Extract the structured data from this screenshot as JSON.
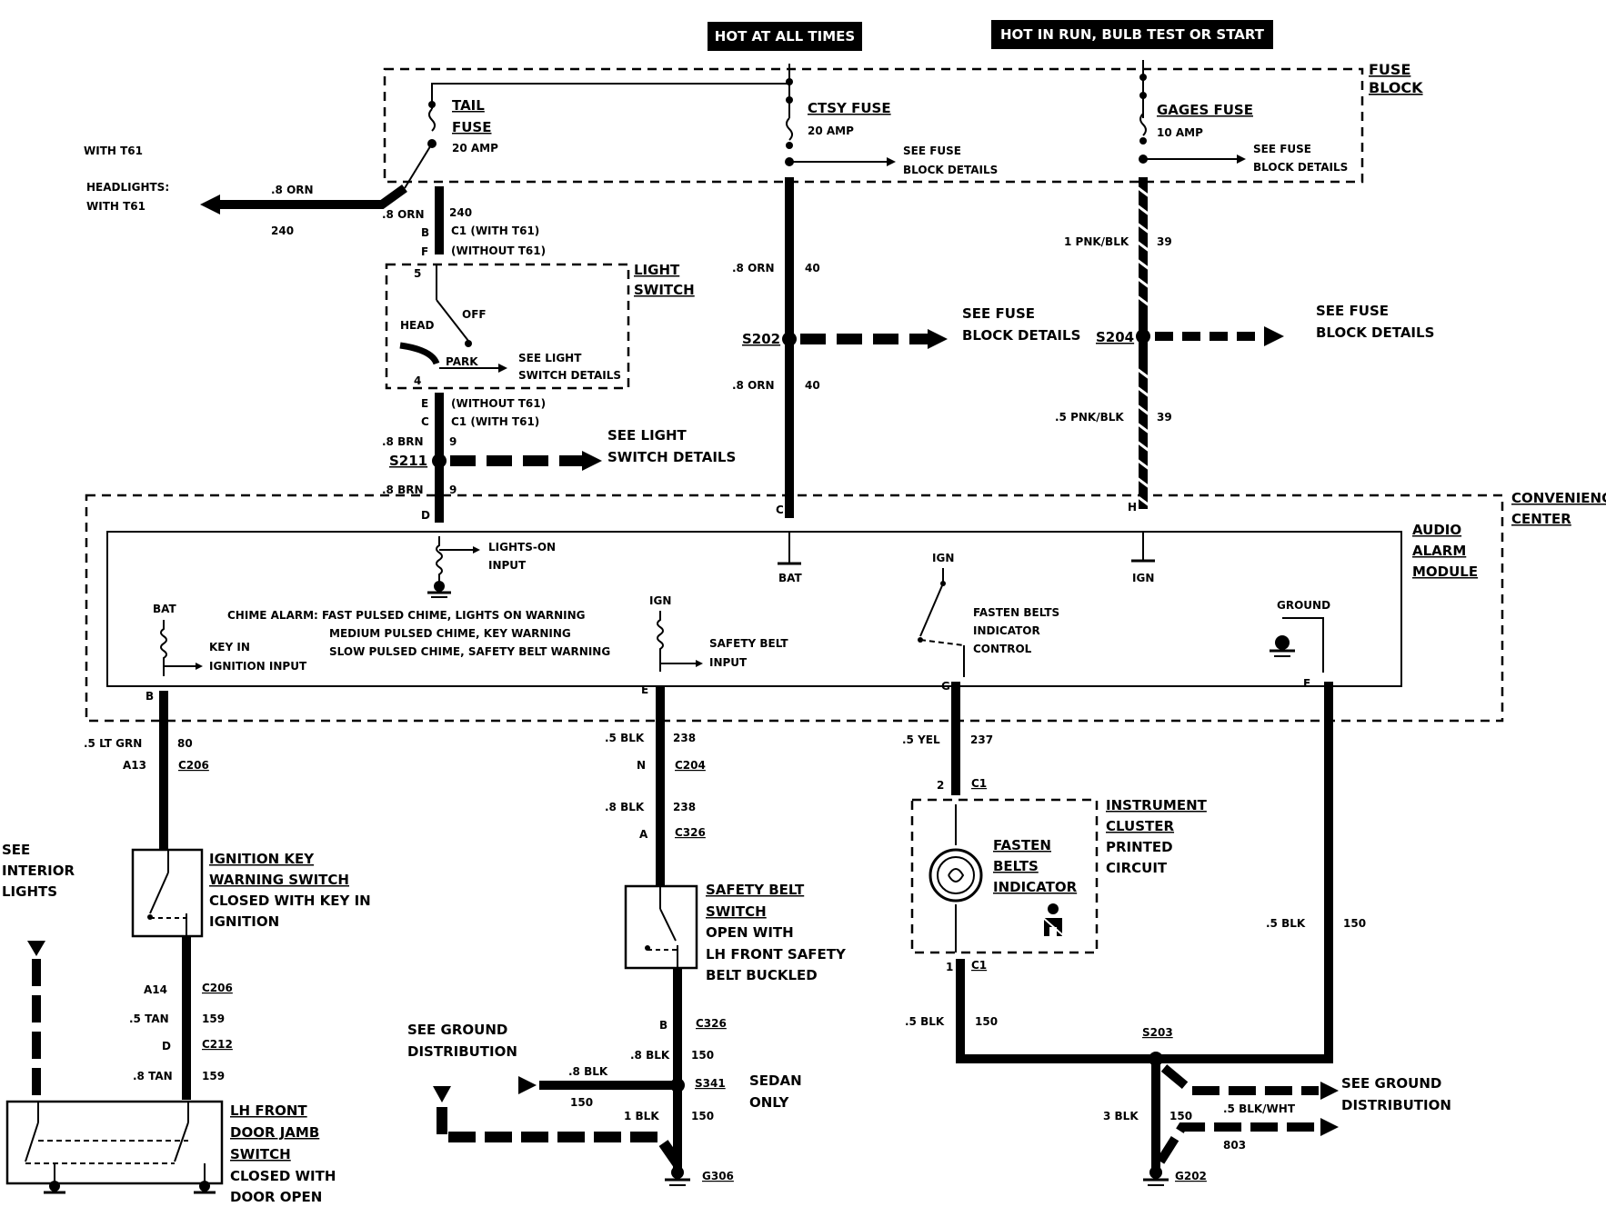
{
  "headers": {
    "hot_at_all_times": "HOT AT ALL TIMES",
    "hot_in_run": "HOT IN RUN, BULB TEST OR START"
  },
  "fuse_block": {
    "line1": "FUSE",
    "line2": "BLOCK"
  },
  "tail_fuse": {
    "line1": "TAIL",
    "line2": "FUSE",
    "rating": "20 AMP"
  },
  "ctsy_fuse": {
    "name": "CTSY FUSE",
    "rating": "20 AMP"
  },
  "gages_fuse": {
    "name": "GAGES FUSE",
    "rating": "10 AMP"
  },
  "see_fuse_block_details_small": {
    "line1": "SEE FUSE",
    "line2": "BLOCK DETAILS"
  },
  "with_t61": "WITH T61",
  "headlights": {
    "line1": "HEADLIGHTS:",
    "line2": "WITH T61"
  },
  "wire_labels": {
    "orn8": ".8 ORN",
    "c240": "240",
    "c40": "40",
    "pnk1": "1 PNK/BLK",
    "c39": "39",
    "pnk5": ".5 PNK/BLK",
    "brn8": ".8 BRN",
    "c9": "9",
    "ltgrn": ".5 LT GRN",
    "c80": "80",
    "blk5": ".5 BLK",
    "c238": "238",
    "blk8": ".8 BLK",
    "yel": ".5 YEL",
    "c237": "237",
    "tan5": ".5 TAN",
    "c159": "159",
    "tan8": ".8 TAN",
    "c150": "150",
    "blk1": "1 BLK",
    "blk3": "3 BLK",
    "blkwht": ".5 BLK/WHT",
    "c803": "803"
  },
  "connectors": {
    "c1_with": "C1 (WITH T61)",
    "without": "(WITHOUT T61)",
    "without2": "(WITHOUT T61)",
    "c1_with2": "C1 (WITH T61)",
    "pin_b": "B",
    "pin_f": "F",
    "pin_e": "E",
    "pin_c": "C",
    "pin_d": "D",
    "pin_5": "5",
    "pin_4": "4",
    "pin_cc": "C",
    "pin_h": "H",
    "pin_bb": "B",
    "pin_ee": "E",
    "pin_g": "G",
    "pin_ff": "F",
    "a13": "A13",
    "c206": "C206",
    "n": "N",
    "c204": "C204",
    "a": "A",
    "c326": "C326",
    "pin2": "2",
    "c1": "C1",
    "pin1": "1",
    "c1b": "C1",
    "a14": "A14",
    "c206b": "C206",
    "d": "D",
    "c212": "C212",
    "bb": "B",
    "c326b": "C326"
  },
  "splices": {
    "s202": "S202",
    "s204": "S204",
    "s211": "S211",
    "s203": "S203",
    "s341": "S341"
  },
  "grounds": {
    "g306": "G306",
    "g202": "G202"
  },
  "light_switch": {
    "line1": "LIGHT",
    "line2": "SWITCH",
    "off": "OFF",
    "head": "HEAD",
    "park": "PARK",
    "details1": "SEE LIGHT",
    "details2": "SWITCH DETAILS"
  },
  "see_light_switch_details": {
    "line1": "SEE LIGHT",
    "line2": "SWITCH DETAILS"
  },
  "see_fuse_block_details": {
    "line1": "SEE FUSE",
    "line2": "BLOCK DETAILS"
  },
  "see_fuse_block_details_right": {
    "line1": "SEE FUSE",
    "line2": "BLOCK DETAILS"
  },
  "convenience_center": {
    "line1": "CONVENIENCE",
    "line2": "CENTER"
  },
  "audio_alarm_module": {
    "line1": "AUDIO",
    "line2": "ALARM",
    "line3": "MODULE"
  },
  "module": {
    "lights_on1": "LIGHTS-ON",
    "lights_on2": "INPUT",
    "bat": "BAT",
    "ign": "IGN",
    "ign2": "IGN",
    "bat2": "BAT",
    "ign3": "IGN",
    "ground": "GROUND",
    "chime1": "CHIME ALARM: FAST PULSED CHIME, LIGHTS ON WARNING",
    "chime2": "MEDIUM PULSED CHIME, KEY WARNING",
    "chime3": "SLOW PULSED CHIME, SAFETY BELT WARNING",
    "key_in1": "KEY IN",
    "key_in2": "IGNITION INPUT",
    "belt1": "SAFETY BELT",
    "belt2": "INPUT",
    "fasten1": "FASTEN BELTS",
    "fasten2": "INDICATOR",
    "fasten3": "CONTROL"
  },
  "ignition_key_switch": {
    "line1": "IGNITION KEY",
    "line2": "WARNING SWITCH",
    "line3": "CLOSED WITH KEY IN",
    "line4": "IGNITION"
  },
  "safety_belt_switch": {
    "line1": "SAFETY BELT",
    "line2": "SWITCH",
    "line3": "OPEN WITH",
    "line4": "LH FRONT SAFETY",
    "line5": "BELT BUCKLED"
  },
  "instrument_cluster": {
    "line1": "INSTRUMENT",
    "line2": "CLUSTER",
    "line3": "PRINTED",
    "line4": "CIRCUIT",
    "ind1": "FASTEN",
    "ind2": "BELTS",
    "ind3": "INDICATOR"
  },
  "see_interior_lights": {
    "line1": "SEE",
    "line2": "INTERIOR",
    "line3": "LIGHTS"
  },
  "door_jamb": {
    "line1": "LH FRONT",
    "line2": "DOOR JAMB",
    "line3": "SWITCH",
    "line4": "CLOSED WITH",
    "line5": "DOOR OPEN"
  },
  "see_ground_left": {
    "line1": "SEE GROUND",
    "line2": "DISTRIBUTION"
  },
  "see_ground_right": {
    "line1": "SEE GROUND",
    "line2": "DISTRIBUTION"
  },
  "sedan_only": {
    "line1": "SEDAN",
    "line2": "ONLY"
  }
}
